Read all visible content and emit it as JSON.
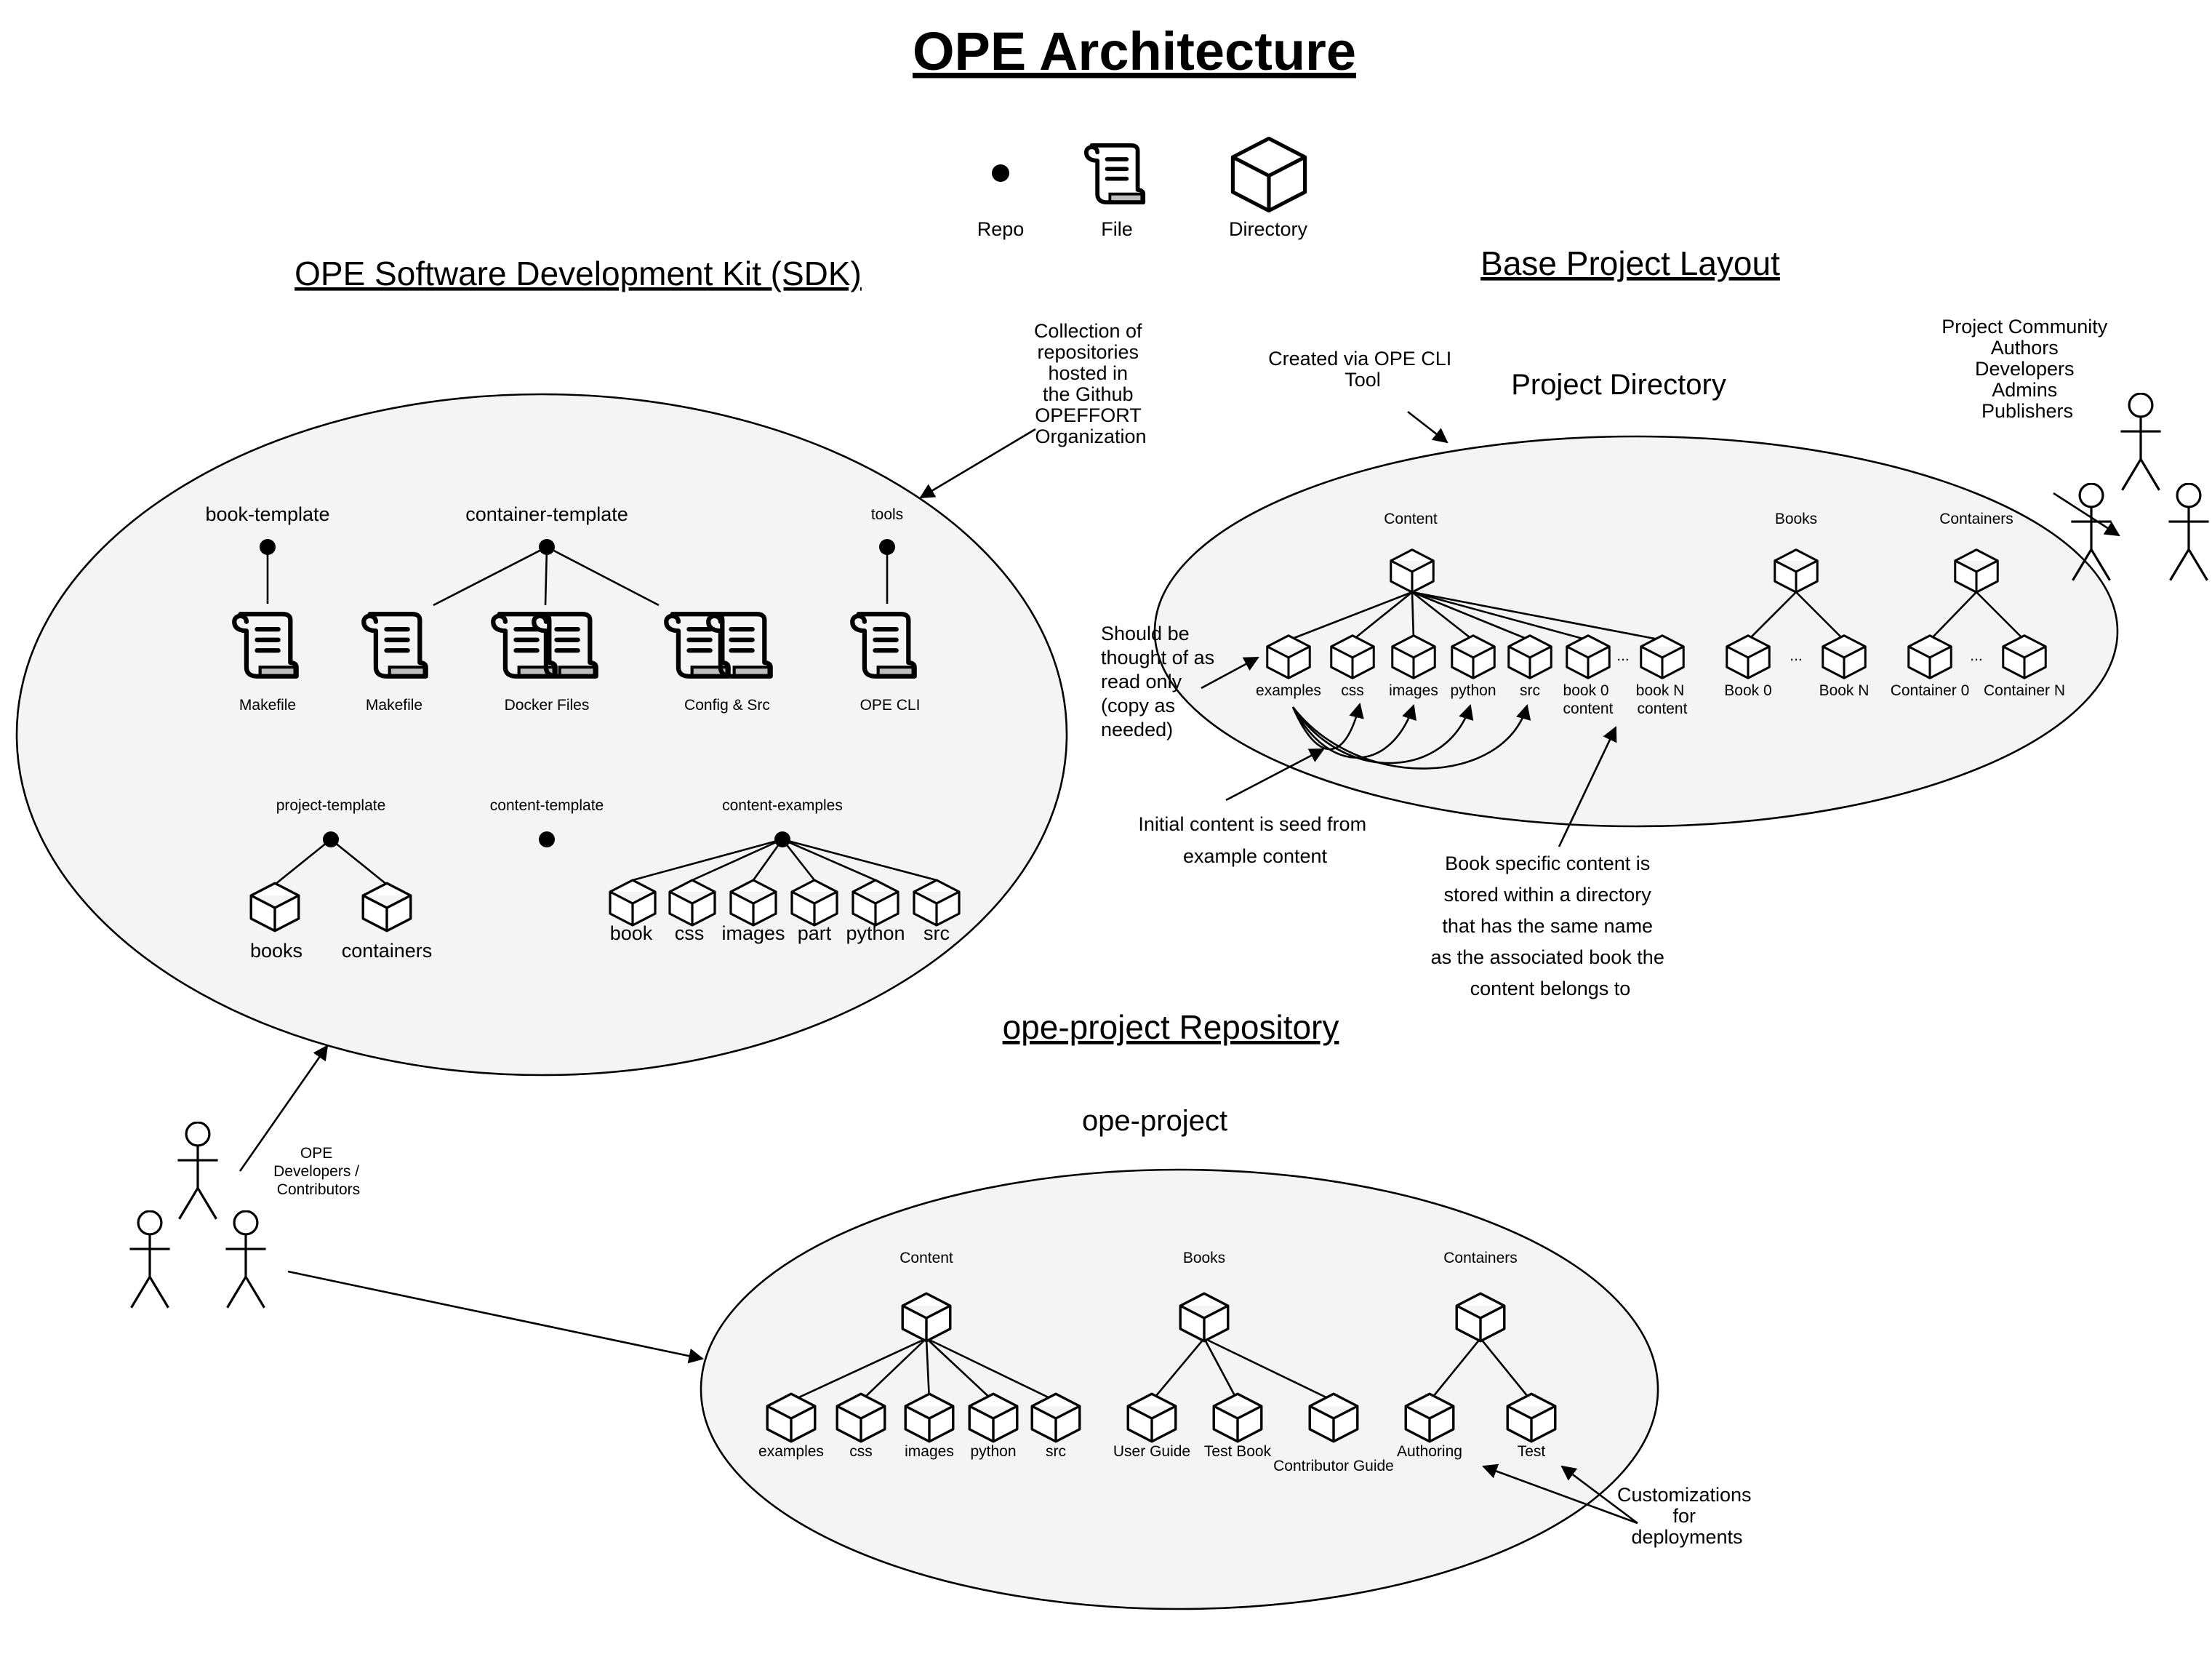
{
  "title": "OPE Architecture",
  "legend": {
    "repo": "Repo",
    "file": "File",
    "directory": "Directory"
  },
  "sdk": {
    "heading": "OPE Software Development Kit (SDK)",
    "note": [
      "Collection of",
      "repositories",
      "hosted in",
      "the Github",
      "OPEFFORT",
      "Organization"
    ],
    "repos": {
      "book_template": "book-template",
      "container_template": "container-template",
      "tools": "tools",
      "project_template": "project-template",
      "content_template": "content-template",
      "content_examples": "content-examples"
    },
    "files": {
      "book_makefile": "Makefile",
      "container_makefile": "Makefile",
      "docker_files": "Docker Files",
      "config_src": "Config & Src",
      "ope_cli": "OPE CLI"
    },
    "project_dirs": [
      "books",
      "containers"
    ],
    "example_dirs": [
      "book",
      "css",
      "images",
      "part",
      "python",
      "src"
    ],
    "actors_label": [
      "OPE",
      "Developers /",
      "Contributors"
    ]
  },
  "base": {
    "heading": "Base Project Layout",
    "created_note": [
      "Created via OPE CLI",
      "Tool"
    ],
    "project_dir": "Project Directory",
    "community": [
      "Project Community",
      "Authors",
      "Developers",
      "Admins",
      "Publishers"
    ],
    "content_label": "Content",
    "books_label": "Books",
    "containers_label": "Containers",
    "content_dirs": [
      "examples",
      "css",
      "images",
      "python",
      "src"
    ],
    "book0_content": [
      "book 0",
      "content"
    ],
    "bookN_content": [
      "book N",
      "content"
    ],
    "ellipsis": "...",
    "book_dirs": [
      "Book 0",
      "Book N"
    ],
    "container_dirs": [
      "Container 0",
      "Container N"
    ],
    "readonly_note": [
      "Should be",
      "thought of as",
      "read only",
      "(copy as",
      "needed)"
    ],
    "seed_note": [
      "Initial content is seed from",
      "example content"
    ],
    "book_specific_note": [
      "Book specific content is",
      "stored within a directory",
      "that has the same name",
      "as the associated book the",
      "content belongs to"
    ]
  },
  "repo": {
    "heading": "ope-project Repository",
    "name": "ope-project",
    "content_label": "Content",
    "books_label": "Books",
    "containers_label": "Containers",
    "content_dirs": [
      "examples",
      "css",
      "images",
      "python",
      "src"
    ],
    "book_dirs": [
      "User Guide",
      "Test Book",
      "Contributor Guide"
    ],
    "container_dirs": [
      "Authoring",
      "Test"
    ],
    "custom_note": [
      "Customizations",
      "for",
      "deployments"
    ]
  },
  "colors": {
    "ellipse_fill": "#f4f4f4",
    "stroke": "#000000"
  }
}
